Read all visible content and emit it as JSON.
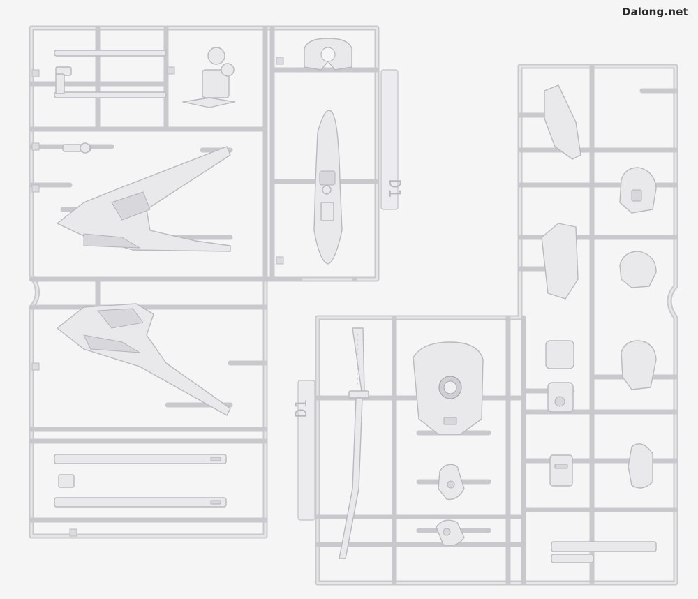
{
  "watermark": "Dalong.net",
  "runner_labels": {
    "top_left_sprue": "D1",
    "bottom_right_sprue": "D1"
  },
  "colors": {
    "background": "#f5f5f6",
    "plastic": "#e9e9ec",
    "runner": "#c9c9cd"
  }
}
